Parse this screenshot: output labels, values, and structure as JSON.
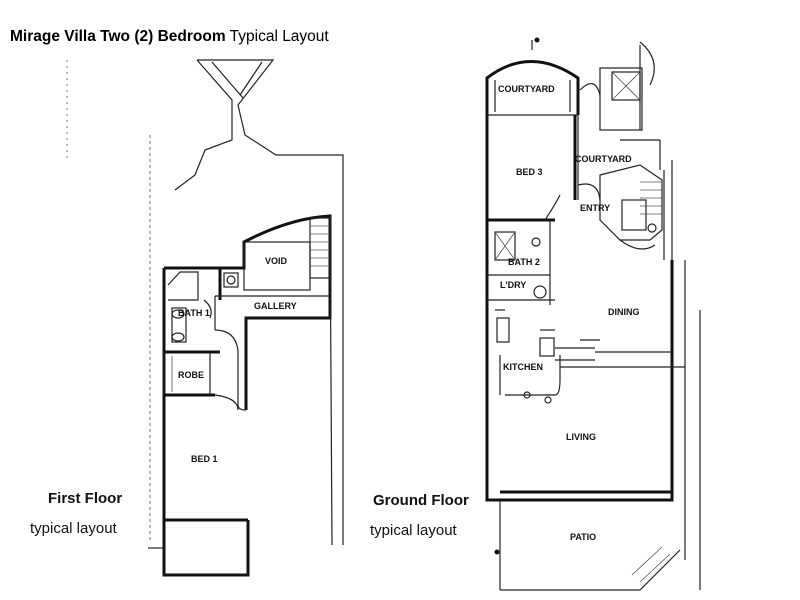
{
  "title": {
    "bold": "Mirage Villa Two (2) Bedroom",
    "rest": "Typical Layout"
  },
  "first_floor": {
    "heading": "First Floor",
    "subheading": "typical layout",
    "rooms": {
      "void": "VOID",
      "bath": "BATH 1",
      "gallery": "GALLERY",
      "robe": "ROBE",
      "bed": "BED 1"
    }
  },
  "ground_floor": {
    "heading": "Ground Floor",
    "subheading": "typical layout",
    "rooms": {
      "courtyard_top": "COURTYARD",
      "courtyard_right": "COURTYARD",
      "bed3": "BED 3",
      "entry": "ENTRY",
      "bath2": "BATH 2",
      "ldry": "L'DRY",
      "dining": "DINING",
      "kitchen": "KITCHEN",
      "living": "LIVING",
      "patio": "PATIO"
    }
  }
}
